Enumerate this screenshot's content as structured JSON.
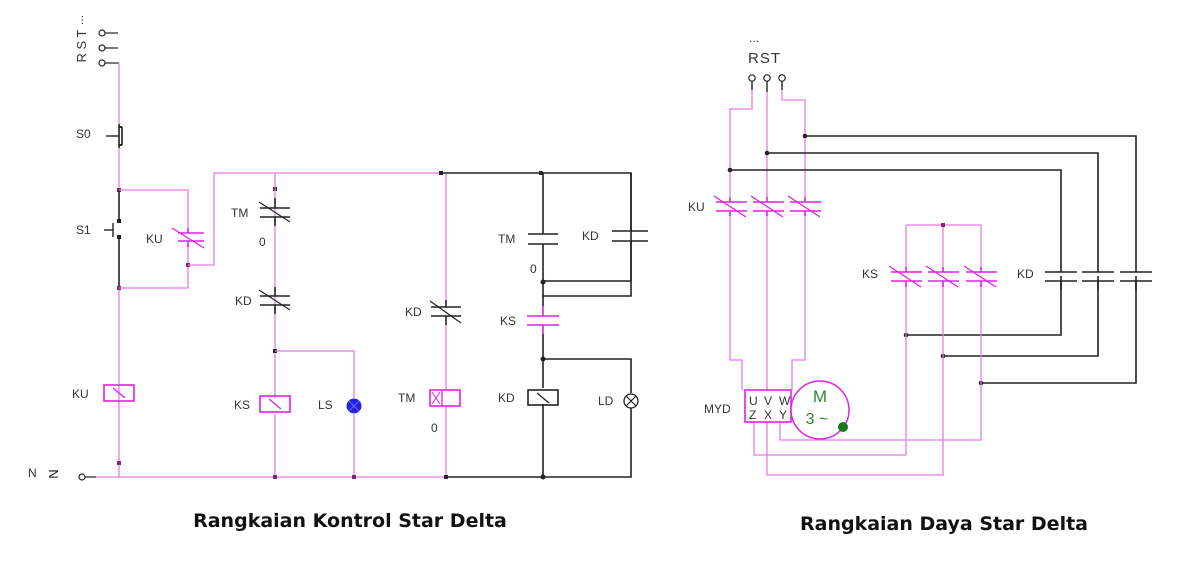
{
  "control_circuit": {
    "caption": "Rangkaian Kontrol Star Delta",
    "supply": {
      "ellipsis": "...",
      "phases": "R S T",
      "neutral_label": "N",
      "neutral_terminal": "N"
    },
    "components": {
      "stop_button": "S0",
      "start_button": "S1",
      "ku_holding_contact": "KU",
      "ku_coil": "KU",
      "tm_nc_contact": "TM",
      "tm_nc_timer_value": "0",
      "kd_nc_contact": "KD",
      "ks_coil": "KS",
      "ls_lamp": "LS",
      "kd_nc_contact_2": "KD",
      "tm_coil": "TM",
      "tm_coil_timer_value": "0",
      "tm_no_contact": "TM",
      "tm_no_timer_value": "0",
      "kd_no_contact": "KD",
      "ks_no_contact": "KS",
      "kd_coil": "KD",
      "ld_lamp": "LD"
    }
  },
  "power_circuit": {
    "caption": "Rangkaian Daya Star Delta",
    "supply": {
      "ellipsis": "...",
      "phases": "RST"
    },
    "components": {
      "ku_contacts": "KU",
      "ks_contacts": "KS",
      "kd_contacts": "KD",
      "motor_label": "MYD",
      "motor_symbol": "M",
      "motor_phase": "3 ~",
      "terminals_top": [
        "U",
        "V",
        "W"
      ],
      "terminals_bottom": [
        "Z",
        "X",
        "Y"
      ]
    }
  },
  "colors": {
    "energized_wire": "#e37ce3",
    "energized_component": "#e020e0",
    "deenergized": "#222222",
    "ls_lamp_on": "#2222dd",
    "motor_running": "#1a7a1a"
  }
}
